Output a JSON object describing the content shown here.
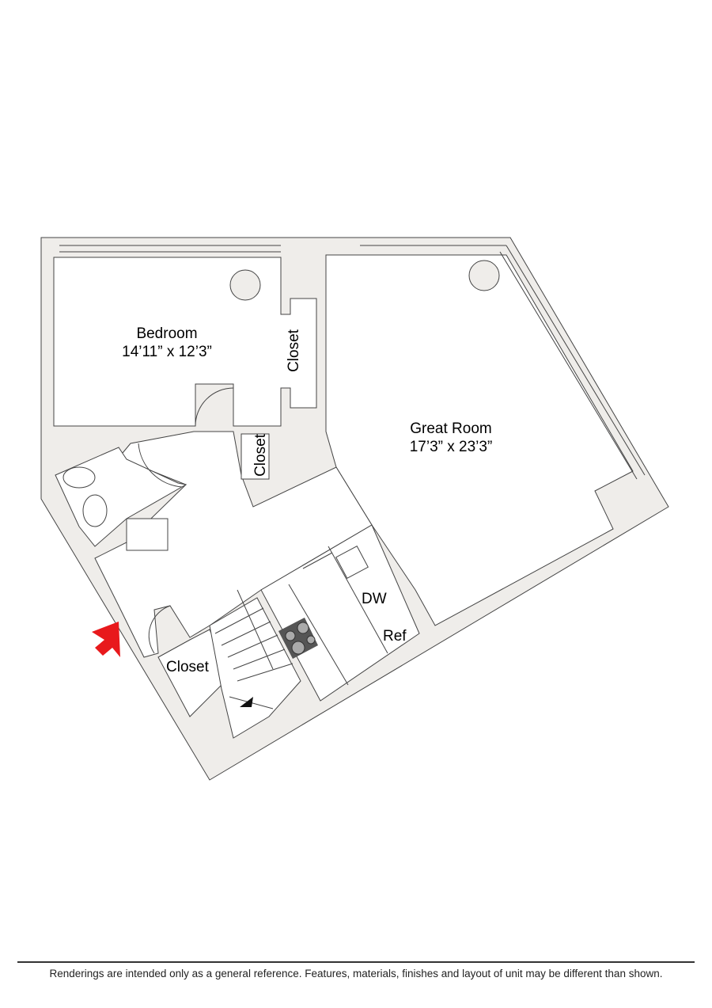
{
  "rooms": {
    "bedroom": {
      "name": "Bedroom",
      "size": "14’11” x 12’3”"
    },
    "great_room": {
      "name": "Great Room",
      "size": "17’3” x 23’3”"
    },
    "bedroom_closet": "Closet",
    "hall_closet": "Closet",
    "entry_closet": "Closet",
    "dishwasher": "DW",
    "refrigerator": "Ref"
  },
  "colors": {
    "wall": "#efedea",
    "entry_arrow": "#e8191c",
    "stove": "#555555"
  },
  "footer": {
    "disclaimer": "Renderings are intended only as a general reference. Features, materials, finishes and layout of unit may be different than shown."
  }
}
